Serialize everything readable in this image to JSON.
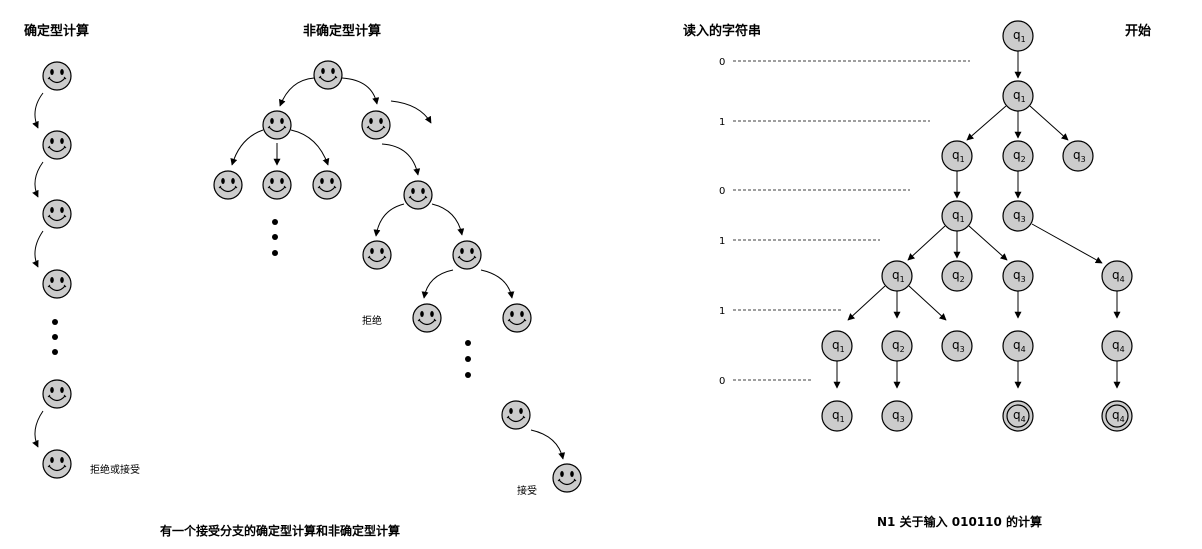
{
  "left_figure": {
    "title_deterministic": "确定型计算",
    "title_nondeterministic": "非确定型计算",
    "label_reject_or_accept": "拒绝或接受",
    "label_reject": "拒绝",
    "label_accept": "接受",
    "caption": "有一个接受分支的确定型计算和非确定型计算",
    "node_icon": "smiley-face-icon"
  },
  "right_figure": {
    "title_input": "读入的字符串",
    "title_start": "开始",
    "caption": "N1 关于输入 010110 的计算",
    "input_symbols": [
      "0",
      "1",
      "0",
      "1",
      "1",
      "0"
    ],
    "nodes": [
      {
        "id": "a",
        "state": "q",
        "sub": "1",
        "accept": false
      },
      {
        "id": "b",
        "state": "q",
        "sub": "1",
        "accept": false
      },
      {
        "id": "c1",
        "state": "q",
        "sub": "1",
        "accept": false
      },
      {
        "id": "c2",
        "state": "q",
        "sub": "2",
        "accept": false
      },
      {
        "id": "c3",
        "state": "q",
        "sub": "3",
        "accept": false
      },
      {
        "id": "d1",
        "state": "q",
        "sub": "1",
        "accept": false
      },
      {
        "id": "d2",
        "state": "q",
        "sub": "3",
        "accept": false
      },
      {
        "id": "e1",
        "state": "q",
        "sub": "1",
        "accept": false
      },
      {
        "id": "e2",
        "state": "q",
        "sub": "2",
        "accept": false
      },
      {
        "id": "e3",
        "state": "q",
        "sub": "3",
        "accept": false
      },
      {
        "id": "e4",
        "state": "q",
        "sub": "4",
        "accept": false
      },
      {
        "id": "f1",
        "state": "q",
        "sub": "1",
        "accept": false
      },
      {
        "id": "f2",
        "state": "q",
        "sub": "2",
        "accept": false
      },
      {
        "id": "f3",
        "state": "q",
        "sub": "3",
        "accept": false
      },
      {
        "id": "f4",
        "state": "q",
        "sub": "4",
        "accept": false
      },
      {
        "id": "f5",
        "state": "q",
        "sub": "4",
        "accept": false
      },
      {
        "id": "g1",
        "state": "q",
        "sub": "1",
        "accept": false
      },
      {
        "id": "g2",
        "state": "q",
        "sub": "3",
        "accept": false
      },
      {
        "id": "g3",
        "state": "q",
        "sub": "4",
        "accept": true
      },
      {
        "id": "g4",
        "state": "q",
        "sub": "4",
        "accept": true
      }
    ]
  }
}
